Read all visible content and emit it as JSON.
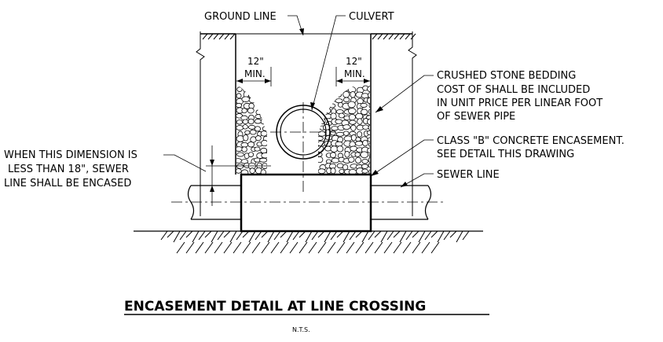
{
  "labels": {
    "ground_line": "GROUND LINE",
    "culvert": "CULVERT",
    "min_left_value": "12\"",
    "min_left_unit": "MIN.",
    "min_right_value": "12\"",
    "min_right_unit": "MIN.",
    "bedding_line1": "CRUSHED STONE BEDDING",
    "bedding_line2": "COST OF SHALL BE INCLUDED",
    "bedding_line3": "IN UNIT PRICE PER LINEAR FOOT",
    "bedding_line4": "OF SEWER PIPE",
    "encasement_line1": "CLASS \"B\" CONCRETE ENCASEMENT.",
    "encasement_line2": "SEE DETAIL THIS DRAWING",
    "sewer_line": "SEWER LINE",
    "dimension_line1": "WHEN THIS DIMENSION IS",
    "dimension_line2": "LESS THAN 18\", SEWER",
    "dimension_line3": "LINE SHALL BE ENCASED"
  },
  "title": "ENCASEMENT DETAIL AT LINE CROSSING",
  "scale_note": "N.T.S."
}
